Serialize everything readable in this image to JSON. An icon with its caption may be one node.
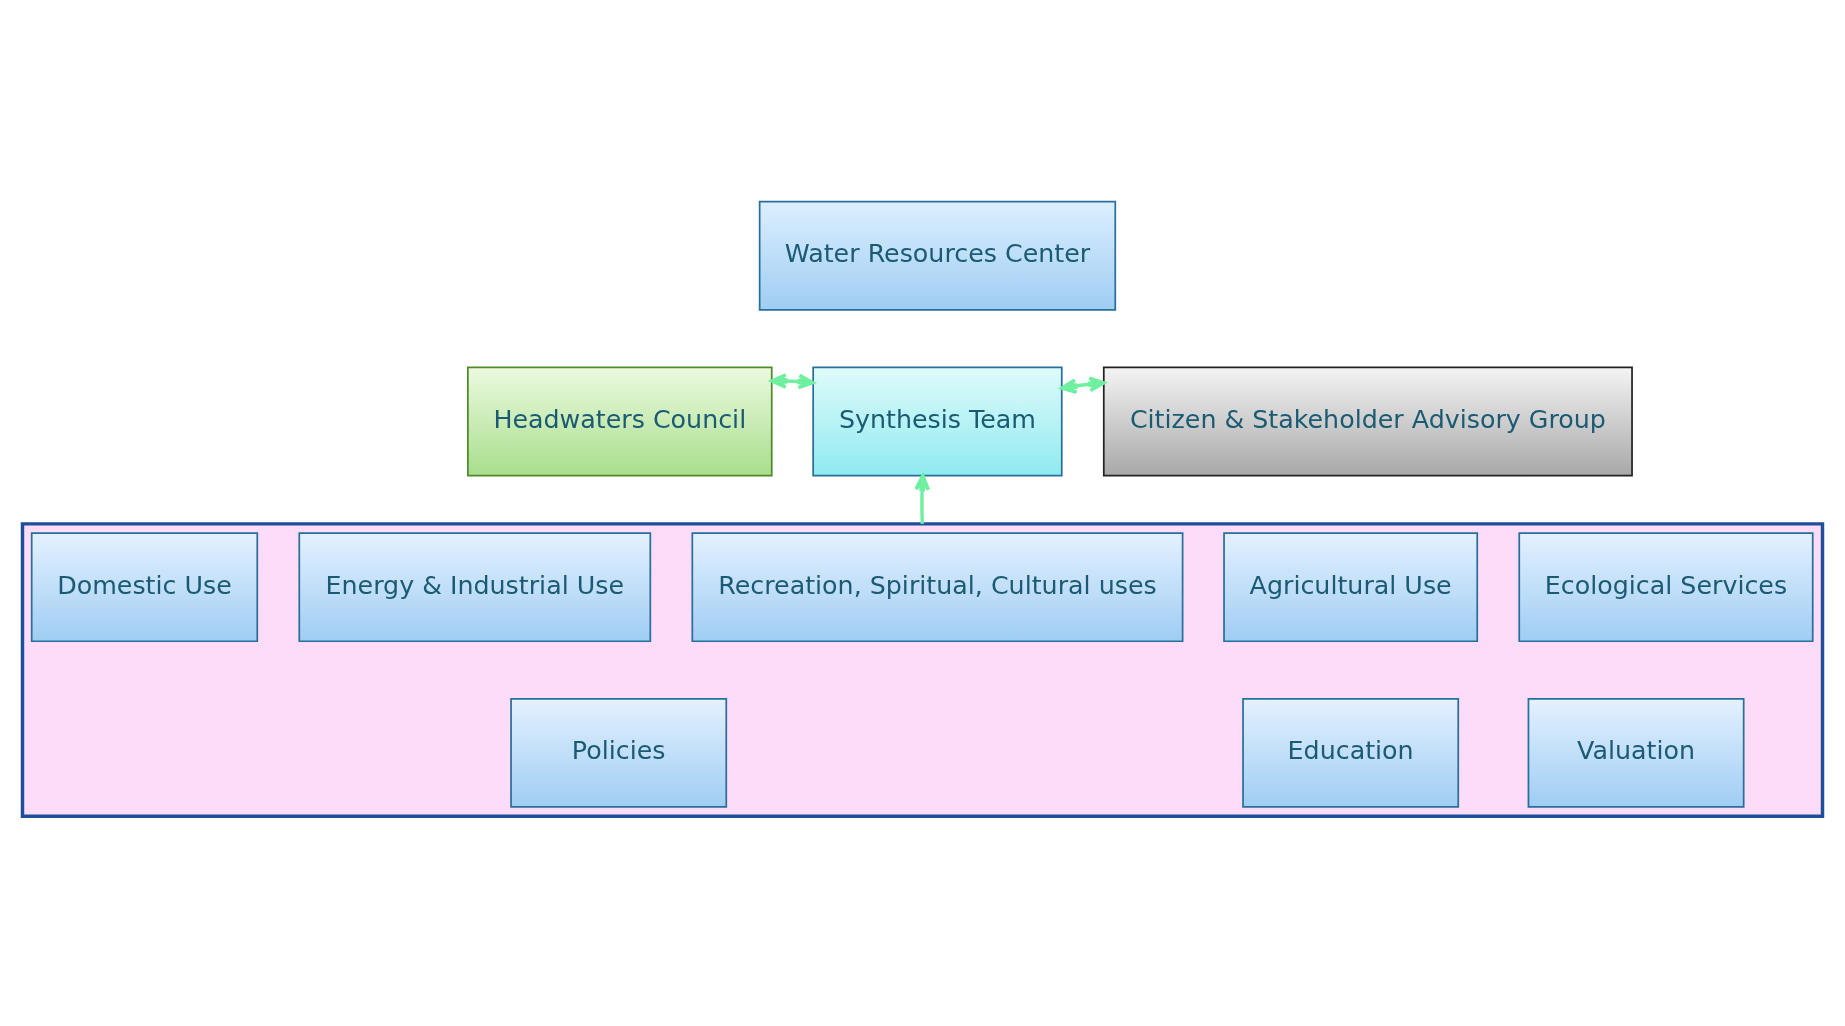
{
  "diagram": {
    "nodes": [
      {
        "text": [
          "Water Resources Center"
        ]
      },
      {
        "text": [
          "Headwaters Council"
        ]
      },
      {
        "text": [
          "Synthesis Team"
        ]
      },
      {
        "text": [
          "Citizen & Stakeholder Advisory Group"
        ]
      },
      {
        "text": [],
        "shape": "band"
      },
      {
        "text": [
          "Domestic Use"
        ],
        "in": 4
      },
      {
        "text": [
          "Energy & Industrial Use"
        ],
        "in": 4
      },
      {
        "text": [
          "Recreation, Spiritual, Cultural uses"
        ],
        "in": 4
      },
      {
        "text": [
          "Agricultural Use"
        ],
        "in": 4
      },
      {
        "text": [
          "Ecological Services"
        ],
        "in": 4
      },
      {
        "text": [
          "Policies"
        ],
        "in": 4
      },
      {
        "text": [
          "Education"
        ],
        "in": 4
      },
      {
        "text": [
          "Valuation"
        ],
        "in": 4
      }
    ],
    "edges": [
      {
        "from": 1,
        "to": 2,
        "arrow": "both"
      },
      {
        "from": 3,
        "to": 2,
        "arrow": "both"
      },
      {
        "from": 4,
        "to": 2,
        "arrow": "to"
      }
    ]
  }
}
